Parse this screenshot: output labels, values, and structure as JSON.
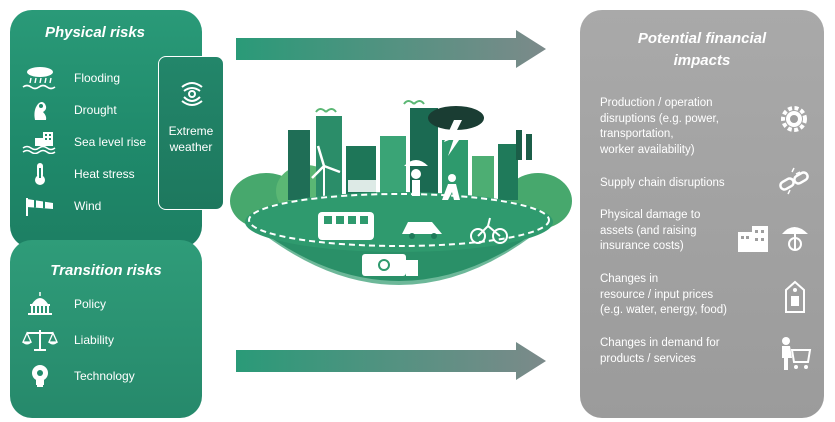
{
  "physical_risks": {
    "title": "Physical risks",
    "items": [
      {
        "label": "Flooding",
        "icon": "flood-icon"
      },
      {
        "label": "Drought",
        "icon": "drought-icon"
      },
      {
        "label": "Sea level rise",
        "icon": "sea-level-icon"
      },
      {
        "label": "Heat stress",
        "icon": "thermometer-icon"
      },
      {
        "label": "Wind",
        "icon": "windsock-icon"
      }
    ],
    "extreme_weather": {
      "line1": "Extreme",
      "line2": "weather",
      "icon": "hurricane-icon"
    }
  },
  "transition_risks": {
    "title": "Transition risks",
    "items": [
      {
        "label": "Policy",
        "icon": "capitol-icon"
      },
      {
        "label": "Liability",
        "icon": "scales-icon"
      },
      {
        "label": "Technology",
        "icon": "lightbulb-icon"
      }
    ]
  },
  "financial_impacts": {
    "title_line1": "Potential financial",
    "title_line2": "impacts",
    "items": [
      {
        "lines": [
          "Production / operation",
          "disruptions (e.g. power,",
          "transportation,",
          "worker availability)"
        ],
        "icon": "gear-icon"
      },
      {
        "lines": [
          "Supply chain disruptions"
        ],
        "icon": "broken-chain-icon"
      },
      {
        "lines": [
          "Physical damage to",
          "assets (and raising",
          "insurance costs)"
        ],
        "icon": "buildings-umbrella-icon"
      },
      {
        "lines": [
          "Changes in",
          "resource / input prices",
          "(e.g. water, energy, food)"
        ],
        "icon": "price-tag-icon"
      },
      {
        "lines": [
          "Changes in demand for",
          "products / services"
        ],
        "icon": "shopping-cart-icon"
      }
    ]
  },
  "colors": {
    "green_panel": "#1f8a6b",
    "grey_panel": "#9e9e9e",
    "arrow_start": "#2a9a78",
    "arrow_end": "#7f8c8c"
  }
}
